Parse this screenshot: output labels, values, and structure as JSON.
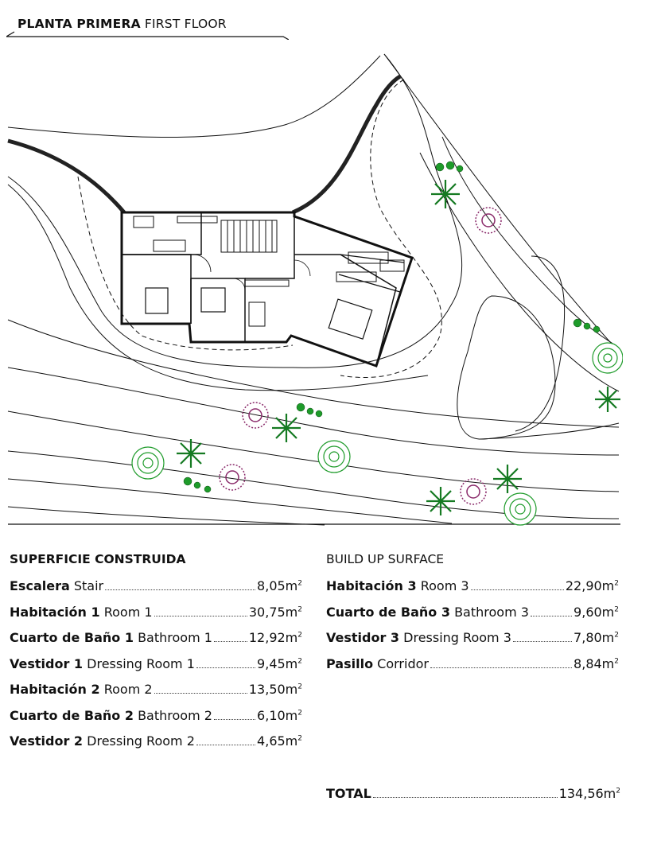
{
  "header": {
    "title_bold": "PLANTA PRIMERA",
    "title_light": "FIRST FLOOR"
  },
  "left_section_title": "SUPERFICIE CONSTRUIDA",
  "right_section_title": "BUILD UP SURFACE",
  "left_rows": [
    {
      "es": "Escalera",
      "en": "Stair",
      "value": "8,05m",
      "unit_sup": "2"
    },
    {
      "es": "Habitación 1",
      "en": "Room 1",
      "value": "30,75m",
      "unit_sup": "2"
    },
    {
      "es": "Cuarto de Baño 1",
      "en": "Bathroom 1",
      "value": "12,92m",
      "unit_sup": "2"
    },
    {
      "es": "Vestidor 1",
      "en": "Dressing Room 1",
      "value": "9,45m",
      "unit_sup": "2"
    },
    {
      "es": "Habitación 2",
      "en": "Room 2",
      "value": "13,50m",
      "unit_sup": "2"
    },
    {
      "es": "Cuarto de Baño 2",
      "en": "Bathroom 2",
      "value": "6,10m",
      "unit_sup": "2"
    },
    {
      "es": "Vestidor 2",
      "en": "Dressing Room 2",
      "value": "4,65m",
      "unit_sup": "2"
    }
  ],
  "right_rows": [
    {
      "es": "Habitación 3",
      "en": "Room 3",
      "value": "22,90m",
      "unit_sup": "2"
    },
    {
      "es": "Cuarto de Baño 3",
      "en": "Bathroom 3",
      "value": "9,60m",
      "unit_sup": "2"
    },
    {
      "es": "Vestidor 3",
      "en": "Dressing Room 3",
      "value": "7,80m",
      "unit_sup": "2"
    },
    {
      "es": "Pasillo",
      "en": "Corridor",
      "value": "8,84m",
      "unit_sup": "2"
    }
  ],
  "total": {
    "label": "TOTAL",
    "value": "134,56m",
    "unit_sup": "2"
  },
  "colors": {
    "ink": "#111111",
    "tree_green": "#1e9b2a",
    "palm_green": "#157a22",
    "flower_purple": "#8a2a6a"
  }
}
